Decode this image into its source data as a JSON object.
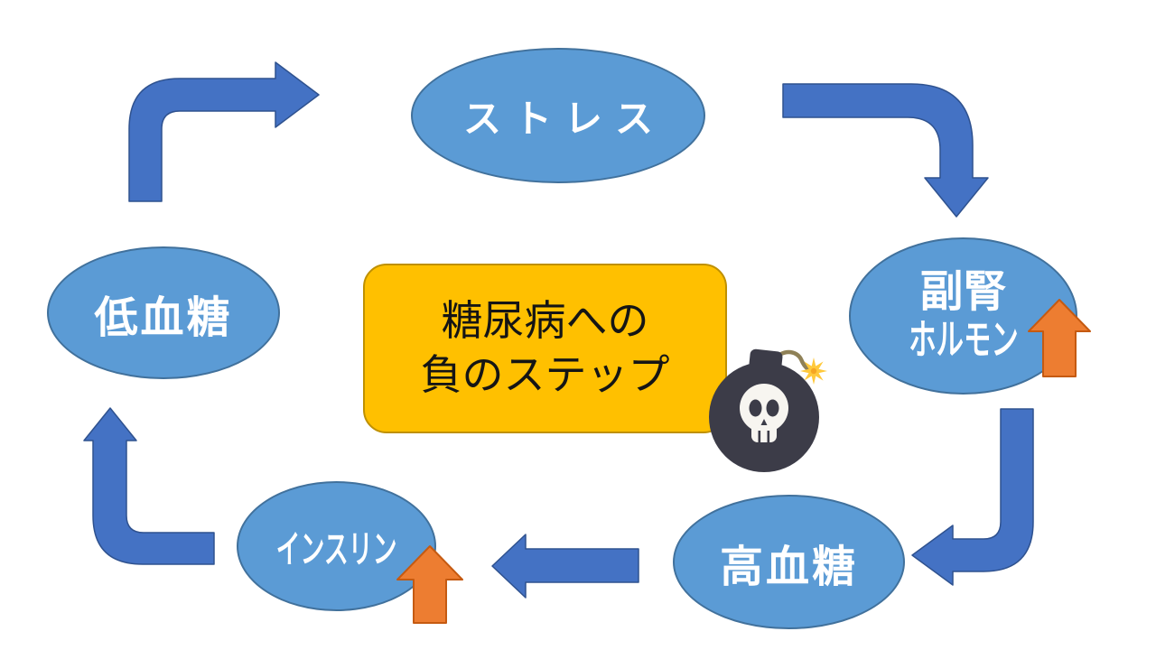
{
  "center_box": {
    "line1": "糖尿病への",
    "line2": "負のステップ"
  },
  "nodes": {
    "stress": {
      "label": "ストレス"
    },
    "adrenal": {
      "line1": "副腎",
      "line2": "ホルモン"
    },
    "high_blood_sugar": {
      "label": "高血糖"
    },
    "insulin": {
      "label": "インスリン"
    },
    "low_blood_sugar": {
      "label": "低血糖"
    }
  },
  "diagram": {
    "type": "cycle",
    "flow": [
      {
        "from": "低血糖",
        "to": "ストレス"
      },
      {
        "from": "ストレス",
        "to": "副腎ホルモン"
      },
      {
        "from": "副腎ホルモン",
        "to": "高血糖"
      },
      {
        "from": "高血糖",
        "to": "インスリン"
      },
      {
        "from": "インスリン",
        "to": "低血糖"
      }
    ],
    "increase_arrows_on": [
      "副腎ホルモン",
      "インスリン"
    ]
  },
  "icons": {
    "bomb": "bomb-with-skull-and-lit-fuse-icon",
    "spark": "spark-star-icon"
  },
  "colors": {
    "node_fill": "#5B9BD5",
    "node_border": "#41719C",
    "node_text": "#FFFFFF",
    "box_fill": "#FFC000",
    "box_border": "#BF9000",
    "box_text": "#151515",
    "arrow_fill": "#4472C4",
    "arrow_border": "#2F528F",
    "up_arrow_fill": "#ED7D31",
    "up_arrow_border": "#C55A11",
    "bomb_body": "#3C3C48",
    "bomb_skull": "#F7F5F0",
    "bomb_fuse": "#8F8157",
    "bomb_spark": "#FFC93C"
  }
}
